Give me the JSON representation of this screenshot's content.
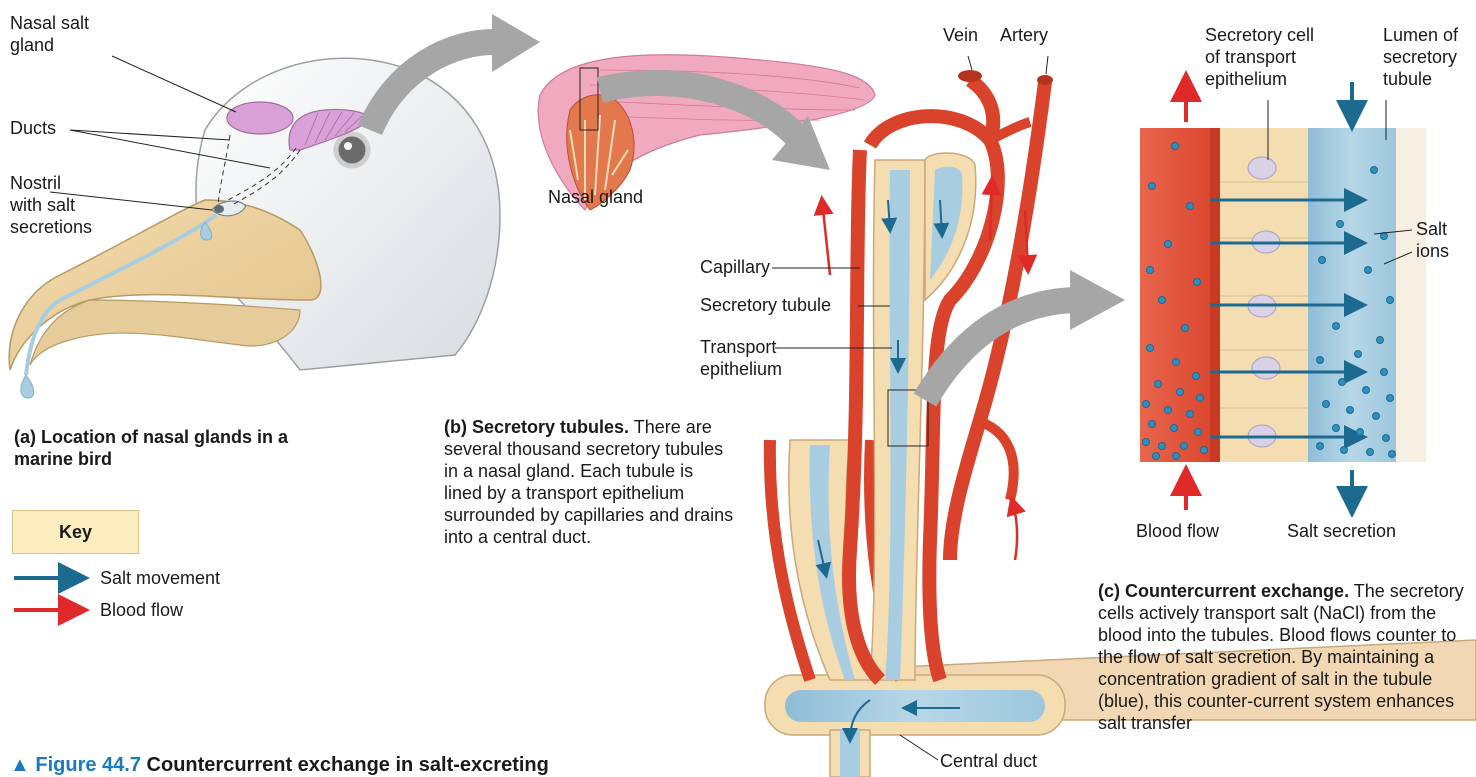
{
  "panel_a": {
    "labels": {
      "nasal_salt_gland": "Nasal salt\ngland",
      "ducts": "Ducts",
      "nostril": "Nostril\nwith salt\nsecretions"
    },
    "caption_letter": "(a)",
    "caption_text": "Location of nasal glands in a marine bird"
  },
  "panel_b": {
    "labels": {
      "nasal_gland": "Nasal gland",
      "vein": "Vein",
      "artery": "Artery",
      "capillary": "Capillary",
      "secretory_tubule": "Secretory tubule",
      "transport_epithelium": "Transport\nepithelium",
      "central_duct": "Central duct"
    },
    "caption_letter": "(b)",
    "caption_title": "Secretory tubules.",
    "caption_text": "There are several thousand secretory tubules in a nasal gland. Each tubule is lined by a transport epithelium surrounded by capillaries and drains into a central duct."
  },
  "panel_c": {
    "labels": {
      "secretory_cell": "Secretory cell\nof transport\nepithelium",
      "lumen": "Lumen of\nsecretory\ntubule",
      "salt_ions": "Salt\nions",
      "blood_flow": "Blood flow",
      "salt_secretion": "Salt secretion"
    },
    "caption_letter": "(c)",
    "caption_title": "Countercurrent exchange.",
    "caption_text": "The secretory cells actively transport salt (NaCl) from the blood into the tubules. Blood flows counter to the flow of salt secretion. By maintaining a concentration gradient of salt in the tubule (blue), this counter-current system enhances salt transfer"
  },
  "key": {
    "title": "Key",
    "salt_movement": "Salt movement",
    "blood_flow": "Blood flow"
  },
  "figure": {
    "marker": "▲",
    "number": "Figure 44.7",
    "title": "Countercurrent exchange in salt-excreting"
  },
  "colors": {
    "blood": "#d9432b",
    "salt": "#1d6a90",
    "epithelium": "#f4ddb0",
    "lumen": "#a9cde0",
    "gray_arrow": "#a6a6a6"
  }
}
